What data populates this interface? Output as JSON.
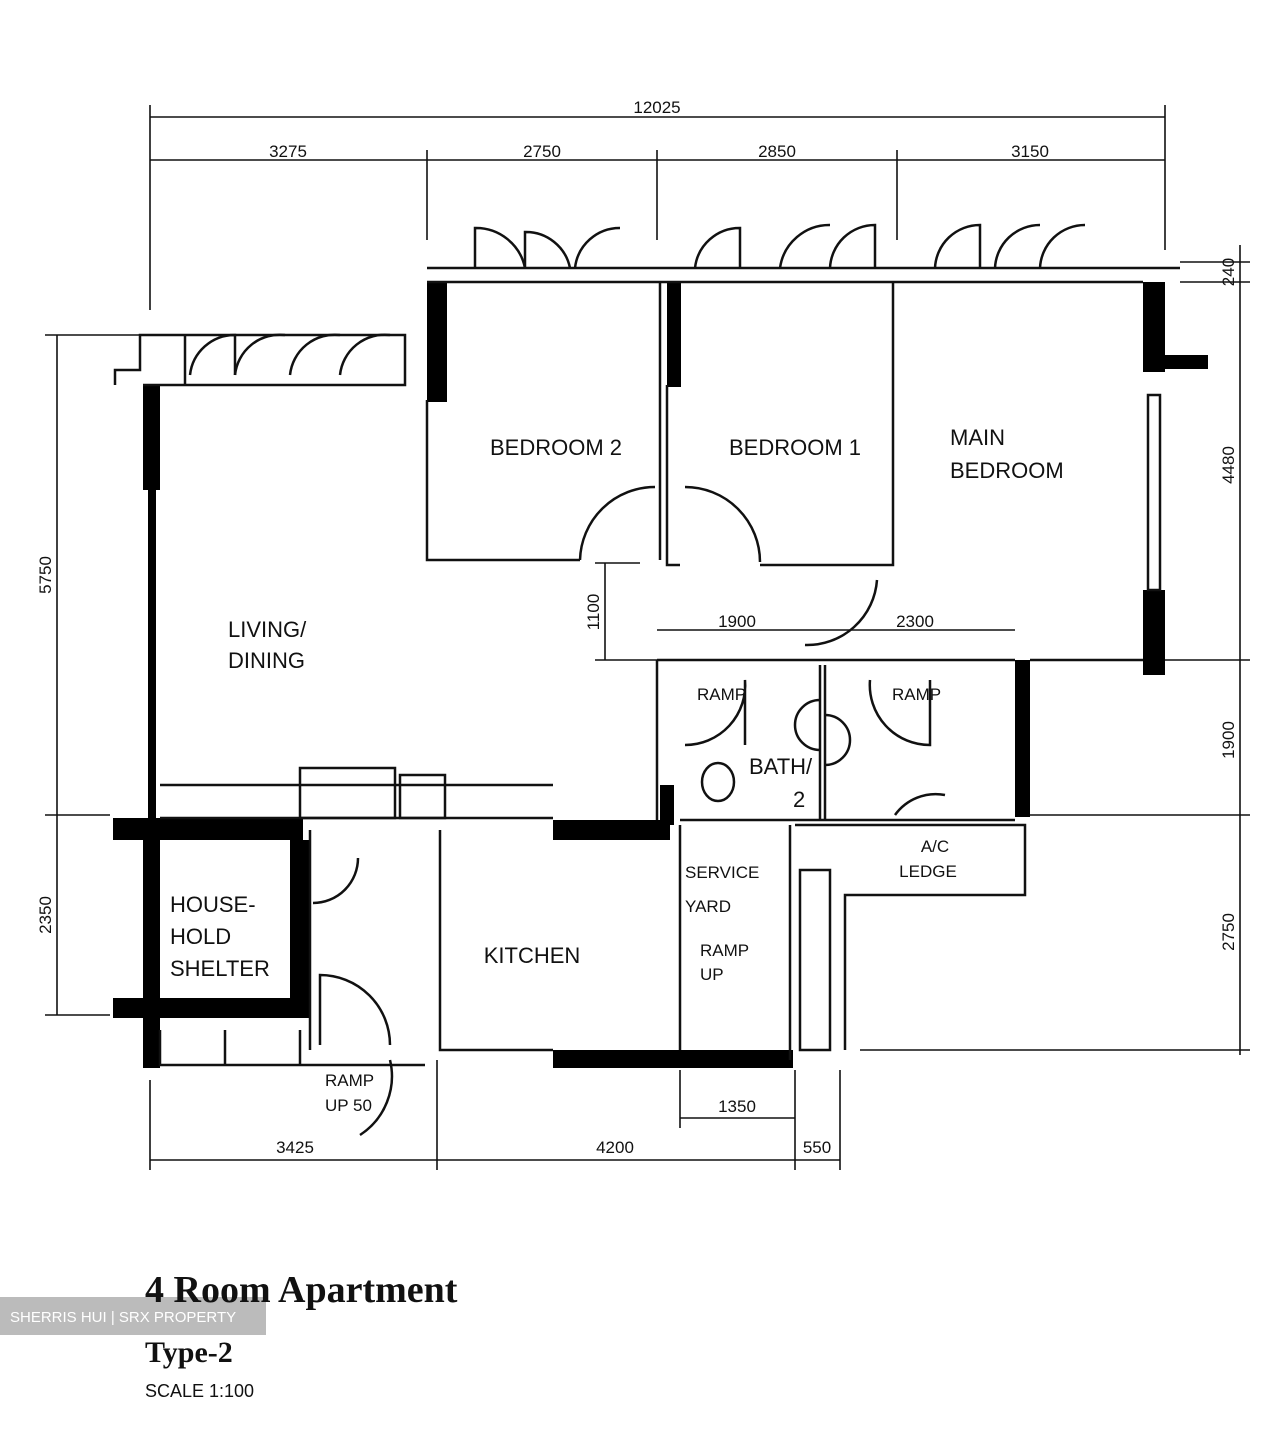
{
  "dimensions": {
    "overall_width": "12025",
    "top": [
      "3275",
      "2750",
      "2850",
      "3150"
    ],
    "left": [
      "5750",
      "2350"
    ],
    "right": [
      "240",
      "4480",
      "1900",
      "2750"
    ],
    "bottom": [
      "3425",
      "4200",
      "550"
    ],
    "bottom_inner": "1350",
    "corridor_depth": "1100",
    "corridor": [
      "1900",
      "2300"
    ]
  },
  "rooms": {
    "bedroom2": "BEDROOM  2",
    "bedroom1": "BEDROOM  1",
    "main_bedroom": [
      "MAIN",
      "BEDROOM"
    ],
    "living_dining": [
      "LIVING/",
      "DINING"
    ],
    "household_shelter": [
      "HOUSE-",
      "HOLD",
      "SHELTER"
    ],
    "kitchen": "KITCHEN",
    "service_yard": [
      "SERVICE",
      "YARD"
    ],
    "ramp_up_yard": [
      "RAMP",
      "UP"
    ],
    "ramp_bath2": "RAMP",
    "ramp_bath1": "RAMP",
    "bath2": [
      "BATH/",
      "2"
    ],
    "ac_ledge": [
      "A/C",
      "LEDGE"
    ],
    "ramp_entry": [
      "RAMP",
      "UP 50"
    ]
  },
  "title": "4 Room Apartment",
  "subtitle": "Type-2",
  "scale": "SCALE  1:100",
  "watermark": "SHERRIS HUI | SRX PROPERTY"
}
